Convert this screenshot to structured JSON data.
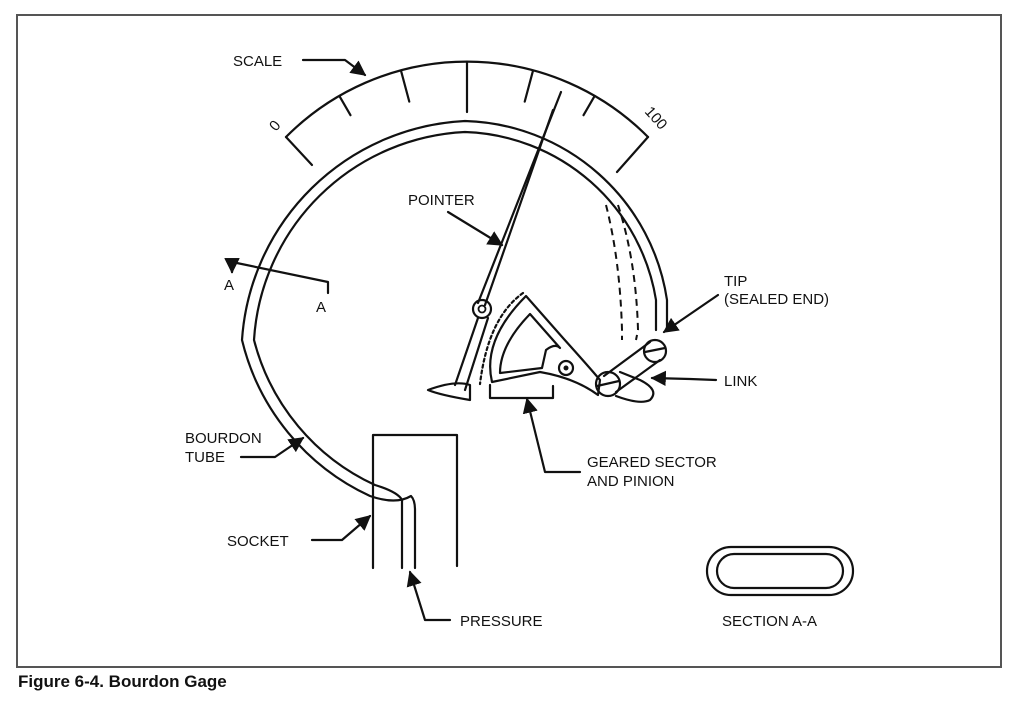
{
  "figure": {
    "caption": "Figure 6-4. Bourdon Gage",
    "colors": {
      "line": "#111111",
      "frame": "#555555",
      "background": "#ffffff"
    }
  },
  "scale": {
    "label": "SCALE",
    "min_label": "0",
    "max_label": "100",
    "pointer_reading_fraction": 0.72
  },
  "labels": {
    "pointer": "POINTER",
    "section_marker_left": "A",
    "section_marker_right": "A",
    "tip_line1": "TIP",
    "tip_line2": "(SEALED END)",
    "link": "LINK",
    "geared_line1": "GEARED SECTOR",
    "geared_line2": "AND PINION",
    "bourdon_line1": "BOURDON",
    "bourdon_line2": "TUBE",
    "socket": "SOCKET",
    "pressure": "PRESSURE",
    "section": "SECTION A-A"
  }
}
